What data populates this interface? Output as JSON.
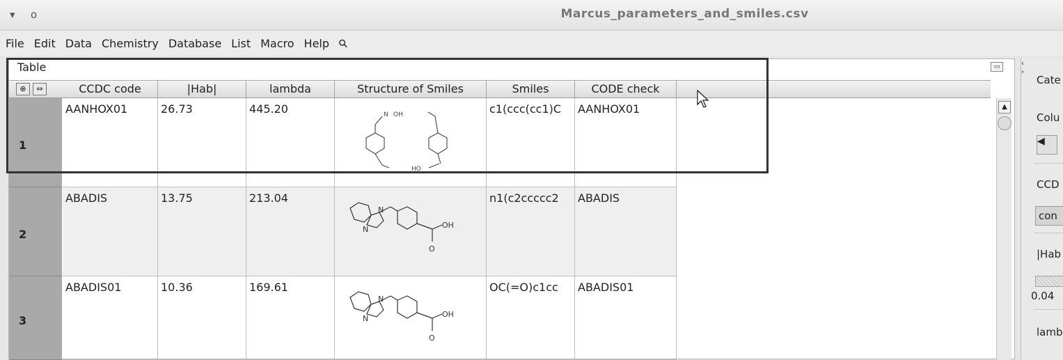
{
  "window": {
    "title": "Marcus_parameters_and_smiles.csv",
    "left_controls": [
      "▾",
      "o"
    ]
  },
  "menu": [
    "File",
    "Edit",
    "Data",
    "Chemistry",
    "Database",
    "List",
    "Macro",
    "Help"
  ],
  "table": {
    "panel_label": "Table",
    "columns": [
      "CCDC code",
      "|Hab|",
      "lambda",
      "Structure of Smiles",
      "Smiles",
      "CODE check"
    ],
    "rows": [
      {
        "num": "1",
        "ccdc": "AANHOX01",
        "hab": "26.73",
        "lambda": "445.20",
        "smiles": "c1(ccc(cc1)C",
        "code": "AANHOX01"
      },
      {
        "num": "2",
        "ccdc": "ABADIS",
        "hab": "13.75",
        "lambda": "213.04",
        "smiles": "n1(c2ccccc2",
        "code": "ABADIS"
      },
      {
        "num": "3",
        "ccdc": "ABADIS01",
        "hab": "10.36",
        "lambda": "169.61",
        "smiles": "OC(=O)c1cc",
        "code": "ABADIS01"
      }
    ],
    "structure_labels": {
      "oxime": "N",
      "hydroxyl": "OH",
      "nitrogen": "N",
      "oxygen": "O",
      "row1_bottom": "HO"
    }
  },
  "right_panel": {
    "category_label": "Cate",
    "column_label": "Colu",
    "ccdc_label": "CCD",
    "ccdc_combo": "con",
    "hab_label": "|Hab",
    "hab_value": "0.04",
    "lambda_label": "lamb"
  }
}
